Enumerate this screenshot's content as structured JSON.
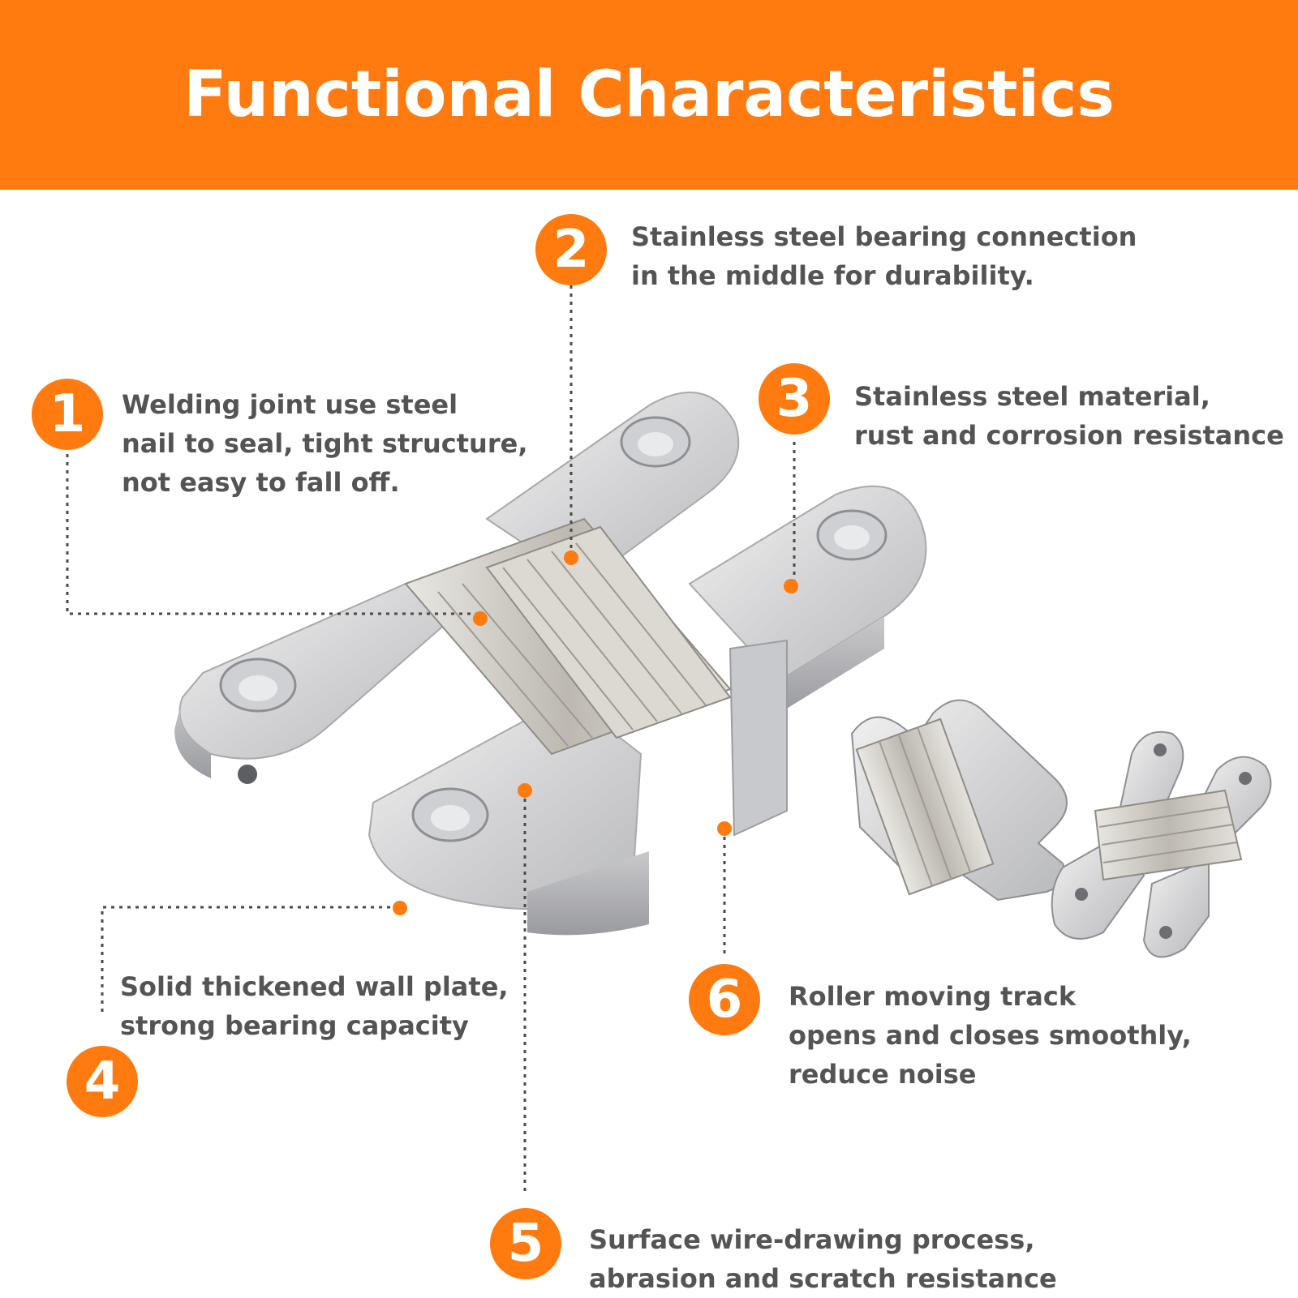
{
  "header": {
    "title": "Functional Characteristics",
    "background_color": "#FF7A0F"
  },
  "accent_color": "#FF7A0F",
  "features": [
    {
      "number": "1",
      "lines": [
        "Welding joint use steel",
        "nail to seal, tight structure,",
        "not easy to fall off."
      ]
    },
    {
      "number": "2",
      "lines": [
        "Stainless steel bearing connection",
        "in the middle for durability."
      ]
    },
    {
      "number": "3",
      "lines": [
        "Stainless steel material,",
        "rust and corrosion resistance"
      ]
    },
    {
      "number": "4",
      "lines": [
        "Solid thickened wall plate,",
        "strong bearing capacity"
      ]
    },
    {
      "number": "5",
      "lines": [
        "Surface wire-drawing process,",
        "abrasion and scratch resistance"
      ]
    },
    {
      "number": "6",
      "lines": [
        "Roller moving track",
        "opens and closes smoothly,",
        "reduce noise"
      ]
    }
  ],
  "product_images": [
    {
      "name": "main-hinge-image",
      "icon": "concealed-hinge"
    },
    {
      "name": "closed-hinge-image",
      "icon": "concealed-hinge-closed"
    },
    {
      "name": "open-hinge-image",
      "icon": "concealed-hinge-open"
    }
  ]
}
